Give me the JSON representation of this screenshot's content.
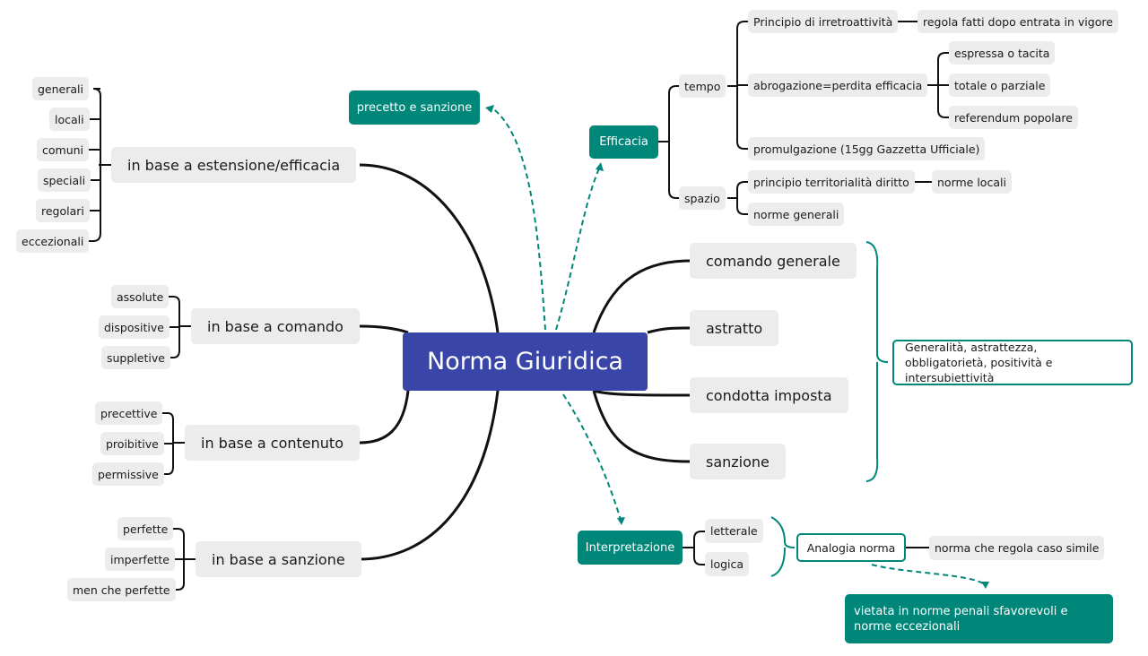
{
  "central": "Norma Giuridica",
  "left": {
    "estensione": {
      "label": "in base a estensione/efficacia",
      "items": [
        "generali",
        "locali",
        "comuni",
        "speciali",
        "regolari",
        "eccezionali"
      ]
    },
    "comando": {
      "label": "in base a comando",
      "items": [
        "assolute",
        "dispositive",
        "suppletive"
      ]
    },
    "contenuto": {
      "label": "in base a contenuto",
      "items": [
        "precettive",
        "proibitive",
        "permissive"
      ]
    },
    "sanzione": {
      "label": "in base a sanzione",
      "items": [
        "perfette",
        "imperfette",
        "men che perfette"
      ]
    }
  },
  "right": {
    "items": [
      "comando generale",
      "astratto",
      "condotta imposta",
      "sanzione"
    ],
    "summary": "Generalità, astrattezza, obbligatorietà, positività e intersubiettività"
  },
  "precetto": "precetto e sanzione",
  "efficacia": {
    "label": "Efficacia",
    "tempo": {
      "label": "tempo",
      "irretro": "Principio di irretroattività",
      "irretro_detail": "regola fatti dopo entrata in vigore",
      "abrogazione": "abrogazione=perdita efficacia",
      "abrogazione_items": [
        "espressa o tacita",
        "totale o parziale",
        "referendum popolare"
      ],
      "promulgazione": "promulgazione (15gg Gazzetta Ufficiale)"
    },
    "spazio": {
      "label": "spazio",
      "territorialita": "principio territorialità diritto",
      "locali": "norme locali",
      "generali": "norme generali"
    }
  },
  "interpretazione": {
    "label": "Interpretazione",
    "items": [
      "letterale",
      "logica"
    ],
    "analogia": "Analogia norma",
    "analogia_detail": "norma che regola caso simile",
    "vietata": "vietata in norme penali sfavorevoli e norme eccezionali"
  },
  "colors": {
    "teal": "#00877a",
    "central": "#3946a8",
    "node": "#ececec"
  }
}
